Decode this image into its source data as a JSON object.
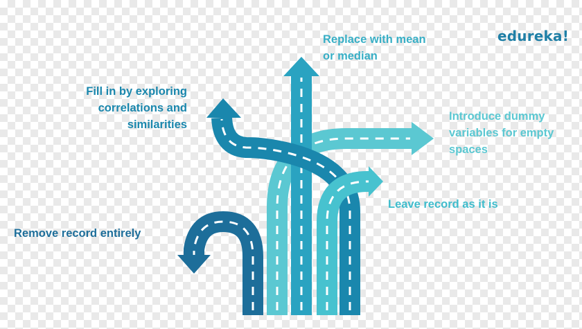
{
  "brand": {
    "logo_text": "edureka!"
  },
  "options": [
    {
      "id": "replace",
      "text": "Replace with mean\nor median",
      "color": "#38afc6"
    },
    {
      "id": "fill",
      "text": "Fill in by exploring\ncorrelations and\nsimilarities",
      "color": "#1a87ad"
    },
    {
      "id": "dummy",
      "text": "Introduce dummy\nvariables for empty\nspaces",
      "color": "#5bc8d2"
    },
    {
      "id": "leave",
      "text": "Leave record as it is",
      "color": "#3fbccc"
    },
    {
      "id": "remove",
      "text": "Remove record entirely",
      "color": "#1d6e9a"
    }
  ],
  "road_colors": {
    "remove": "#1d6e9a",
    "dummy": "#5bc8d2",
    "replace": "#2aa3c1",
    "fill": "#1a87ad",
    "leave": "#47c2cf"
  }
}
